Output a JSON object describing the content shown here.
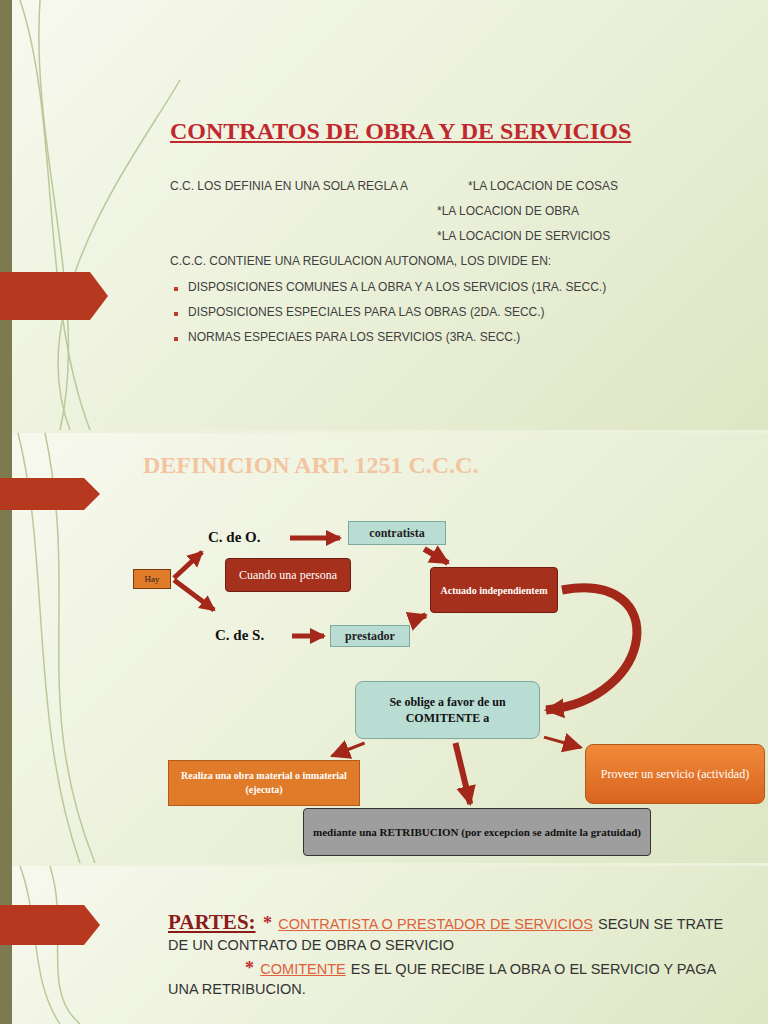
{
  "diagram": {
    "title": "CONTRATOS DE OBRA Y DE SERVICIOS",
    "nodes": [
      {
        "text": [
          "Hay"
        ]
      },
      {
        "text": [
          "contratista"
        ]
      },
      {
        "text": [
          "Cuando una persona"
        ]
      },
      {
        "text": [
          "Actuado independientem"
        ]
      },
      {
        "text": [
          "prestador"
        ]
      },
      {
        "text": [
          "Se oblige a favor de un COMITENTE a"
        ]
      },
      {
        "text": [
          "Realiza una obra material o inmaterial (ejecuta)"
        ]
      },
      {
        "text": [
          "Proveer un servicio (actividad)"
        ]
      },
      {
        "text": [
          "mediante una RETRIBUCION (por excepcion se admite la gratuidad)"
        ]
      }
    ],
    "edges": [
      {
        "from": 1,
        "to": 3,
        "arrow": "to"
      },
      {
        "from": 4,
        "to": 3,
        "arrow": "to"
      },
      {
        "from": 3,
        "to": 5,
        "arrow": "to"
      },
      {
        "from": 5,
        "to": 6,
        "arrow": "to"
      },
      {
        "from": 5,
        "to": 8,
        "arrow": "to"
      },
      {
        "from": 5,
        "to": 7,
        "arrow": "to"
      }
    ],
    "labels": [
      "C.C. LOS DEFINIA EN UNA SOLA REGLA A",
      "*LA LOCACION DE COSAS",
      "*LA LOCACION DE OBRA",
      "*LA LOCACION DE SERVICIOS",
      "C.C.C. CONTIENE UNA REGULACION AUTONOMA, LOS DIVIDE EN:",
      "DISPOSICIONES COMUNES A LA OBRA Y A LOS SERVICIOS (1RA. SECC.)",
      "DISPOSICIONES ESPECIALES PARA LAS OBRAS (2DA. SECC.)",
      "NORMAS ESPECIAES PARA LOS SERVICIOS (3RA. SECC.)",
      "DEFINICION ART. 1251 C.C.C.",
      "C. de O.",
      "C. de S.",
      "PARTES:",
      "*",
      "CONTRATISTA O PRESTADOR DE SERVICIOS",
      "SEGUN SE TRATE DE UN CONTRATO DE OBRA O SERVICIO",
      "*",
      "COMITENTE",
      "ES EL QUE RECIBE LA OBRA O EL SERVICIO Y PAGA UNA RETRIBUCION."
    ]
  }
}
